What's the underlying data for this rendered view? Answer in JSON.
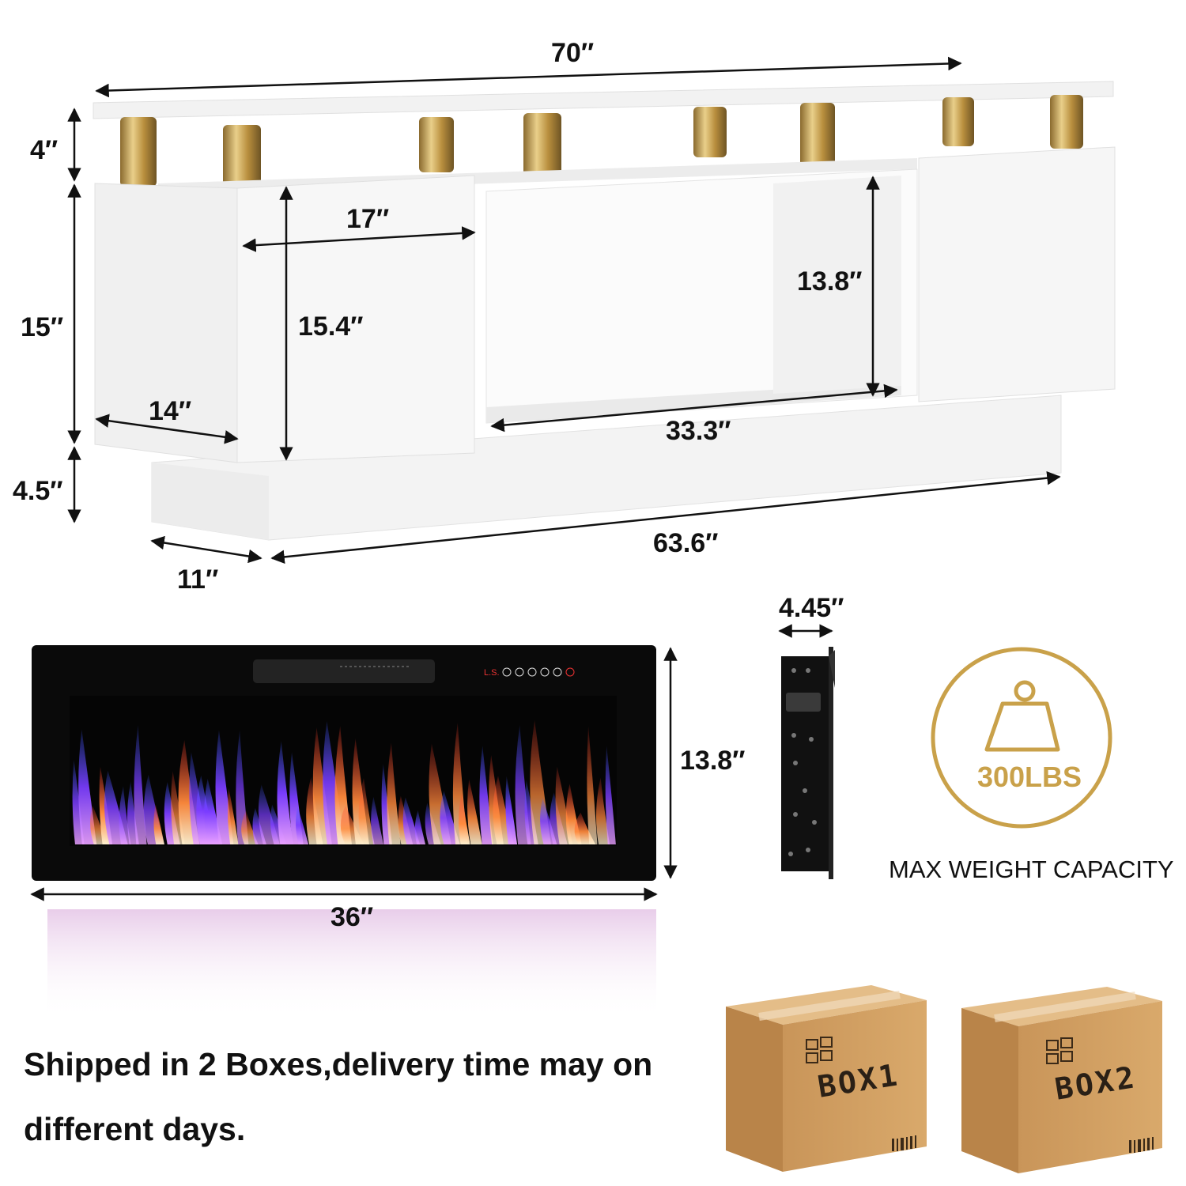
{
  "dimensions": {
    "top_width": "70″",
    "shelf_height": "4″",
    "cabinet_height": "15″",
    "base_height": "4.5″",
    "cabinet_depth": "14″",
    "inner_width": "17″",
    "inner_height": "15.4″",
    "opening_height": "13.8″",
    "opening_width": "33.3″",
    "base_width": "63.6″",
    "base_depth": "11″",
    "fireplace_width": "36″",
    "fireplace_height": "13.8″",
    "fireplace_depth": "4.45″"
  },
  "weight": {
    "value": "300LBS",
    "caption": "MAX WEIGHT CAPACITY",
    "color": "#c9a14a"
  },
  "fireplace": {
    "control_text": "L.S."
  },
  "shipping": {
    "text": "Shipped in 2 Boxes,delivery time may on different days."
  },
  "boxes": [
    {
      "label": "BOX1"
    },
    {
      "label": "BOX2"
    }
  ],
  "colors": {
    "furniture": "#f4f4f4",
    "gold": "#c9a14a",
    "box": "#c9985d"
  }
}
